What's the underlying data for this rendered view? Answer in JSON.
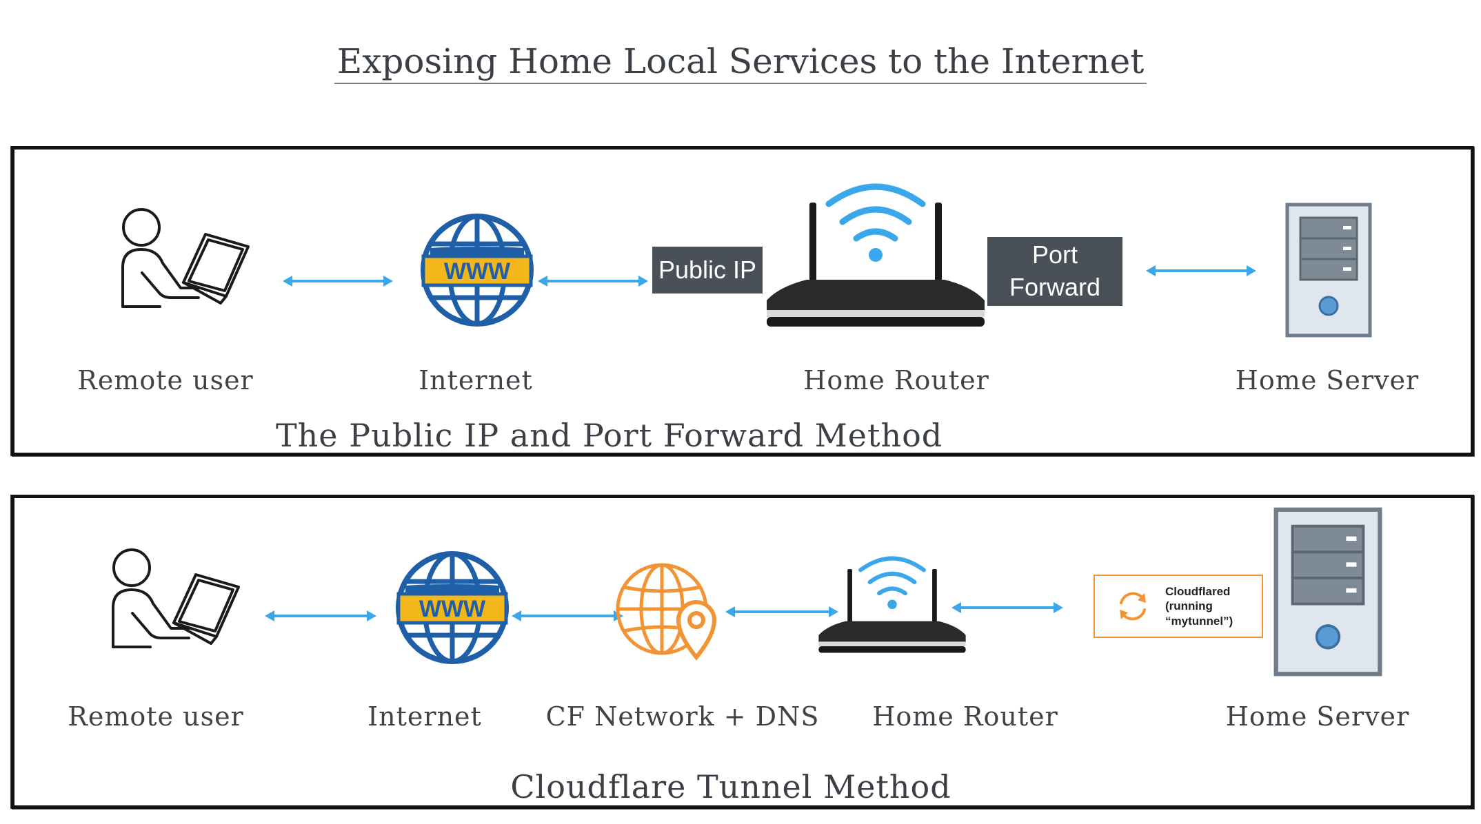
{
  "title": "Exposing Home Local Services to the Internet",
  "panel1": {
    "method": "The Public IP and Port Forward Method",
    "nodes": {
      "remote_user": "Remote user",
      "internet": "Internet",
      "home_router": "Home Router",
      "home_server": "Home Server"
    },
    "tags": {
      "public_ip": "Public IP",
      "port_forward": "Port Forward"
    },
    "globe_text": "WWW"
  },
  "panel2": {
    "method": "Cloudflare Tunnel Method",
    "nodes": {
      "remote_user": "Remote user",
      "internet": "Internet",
      "cf_network": "CF Network + DNS",
      "home_router": "Home Router",
      "home_server": "Home Server"
    },
    "globe_text": "WWW",
    "cloudflared": {
      "line1": "Cloudflared",
      "line2": "(running",
      "line3": "“mytunnel”)"
    }
  },
  "colors": {
    "arrow": "#3aa7ea",
    "tag_bg": "#4a5058",
    "globe_blue": "#1f5fa8",
    "www_band": "#f3b71c",
    "cf_orange": "#f29433",
    "server_blue": "#5b9bd5"
  }
}
